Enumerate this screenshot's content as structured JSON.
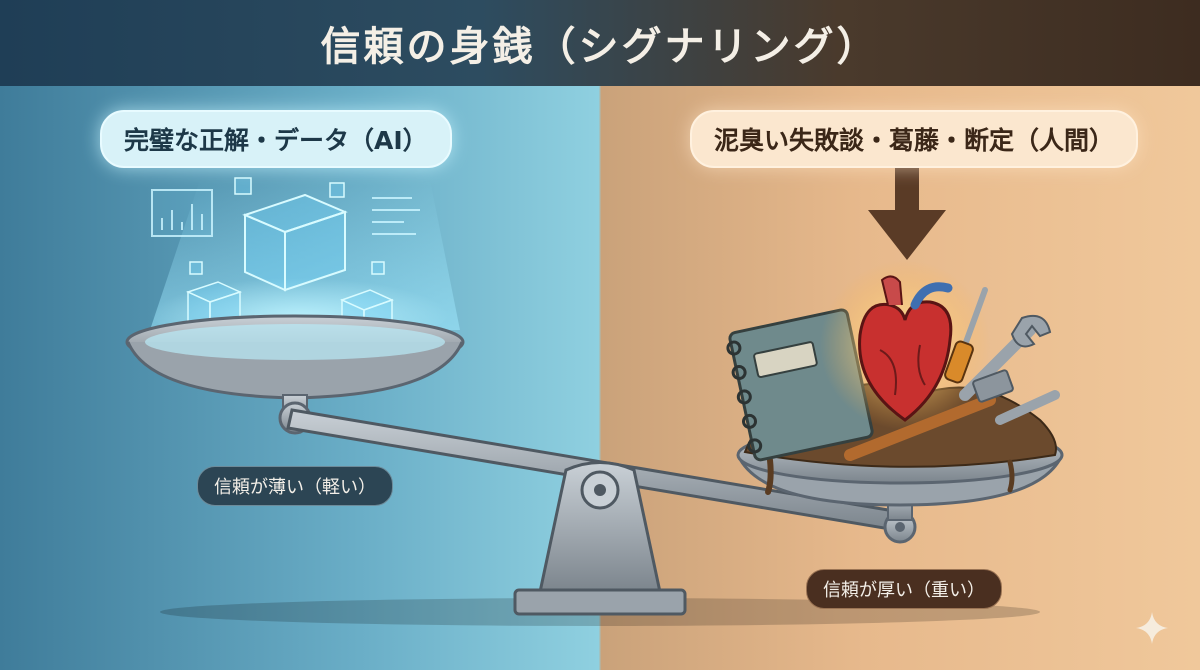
{
  "header": {
    "title": "信頼の身銭（シグナリング）"
  },
  "left_panel": {
    "label": "完璧な正解・データ（AI）",
    "weight_label": "信頼が薄い（軽い）",
    "accent": "#6ad4f5"
  },
  "right_panel": {
    "label": "泥臭い失敗談・葛藤・断定（人間）",
    "weight_label": "信頼が厚い（重い）",
    "accent": "#e39a55"
  },
  "icons": [
    "hologram-cube-icon",
    "chart-icon",
    "heart-icon",
    "notebook-icon",
    "screwdriver-icon",
    "wrench-icon",
    "hammer-icon",
    "down-arrow-icon",
    "sparkle-icon"
  ]
}
